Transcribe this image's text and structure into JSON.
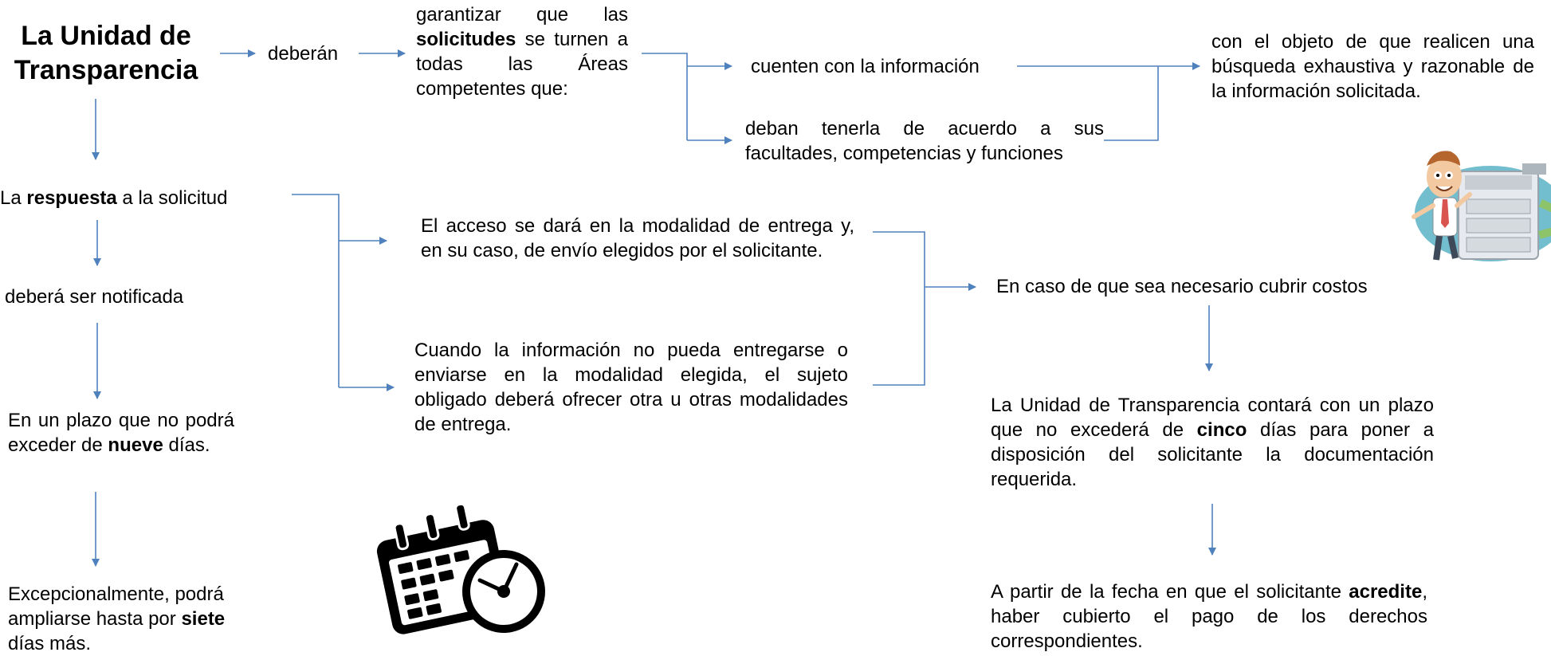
{
  "header": {
    "title_line1": "La Unidad de",
    "title_line2": "Transparencia",
    "deberan": "deberán"
  },
  "garantizar": {
    "pre": "garantizar que las ",
    "bold": "solicitudes",
    "post": " se turnen a todas las Áreas competentes que:"
  },
  "cuenten": "cuenten con la información",
  "deban": "deban tenerla de acuerdo a sus facultades, competencias y funciones",
  "objeto": "con el objeto de que realicen una búsqueda exhaustiva y razonable de la información solicitada.",
  "respuesta": {
    "pre": "La ",
    "bold": "respuesta",
    "post": " a la solicitud"
  },
  "notificada": "deberá ser notificada",
  "plazo": {
    "pre": "En un plazo que no podrá exceder de ",
    "bold": "nueve",
    "post": " días."
  },
  "excepcional": {
    "pre": "Excepcionalmente, podrá ampliarse hasta por ",
    "bold": "siete",
    "post": " días más."
  },
  "acceso": "El acceso se dará en la modalidad de entrega y, en su caso, de envío elegidos por el solicitante.",
  "cuando": "Cuando la información no pueda entregarse o enviarse en la modalidad elegida, el sujeto obligado deberá ofrecer otra u otras modalidades de entrega.",
  "costos": "En caso de que sea necesario cubrir costos",
  "unidad_plazo": {
    "pre": "La Unidad de Transparencia contará con un plazo que no excederá de ",
    "bold": "cinco",
    "post": " días para poner a disposición del solicitante la documentación requerida."
  },
  "apartir": {
    "pre": "A partir de la fecha en que el solicitante ",
    "bold": "acredite",
    "post": ", haber cubierto el pago de los derechos correspondientes."
  },
  "colors": {
    "connector": "#4f81bd",
    "icon": "#000000"
  },
  "icons": [
    "calendar-clock-icon",
    "office-worker-illustration"
  ]
}
